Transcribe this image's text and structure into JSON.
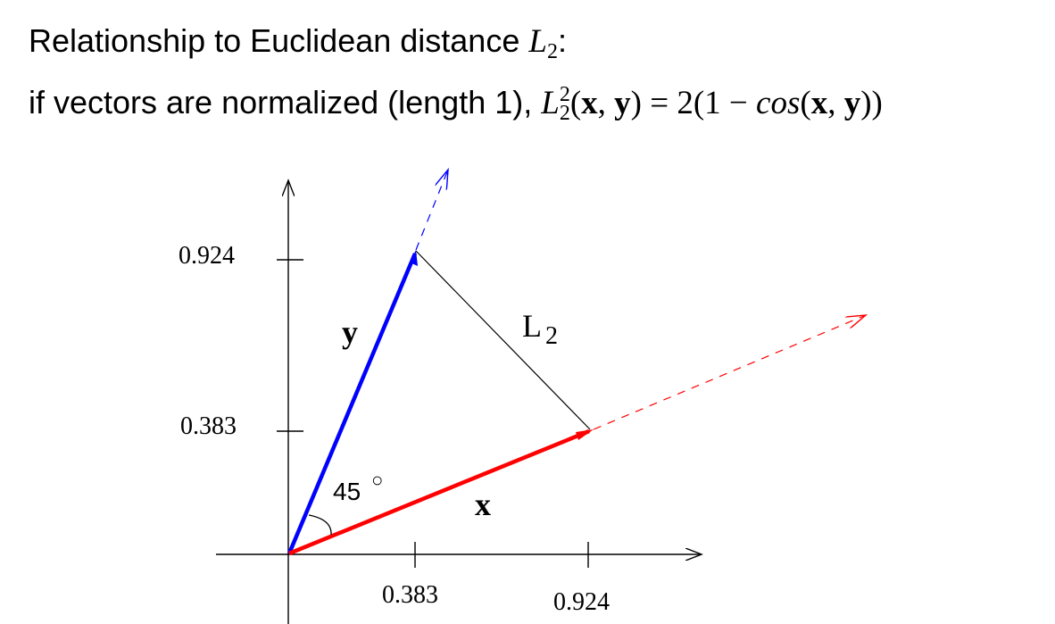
{
  "title": {
    "line1_text": "Relationship to Euclidean distance ",
    "line1_var": "L",
    "line1_sub": "2",
    "line1_end": ":",
    "line2_text": "if vectors are normalized (length 1), ",
    "formula": {
      "var": "L",
      "sup": "2",
      "sub": "2",
      "open": "(",
      "x": "x",
      "comma": ", ",
      "y": "y",
      "close": ")",
      "eq": " = 2(1 − ",
      "cos": "cos",
      "open2": "(",
      "x2": "x",
      "comma2": ", ",
      "y2": "y",
      "close2": "))"
    }
  },
  "diagram": {
    "x_ticks": [
      "0.383",
      "0.924"
    ],
    "y_ticks": [
      "0.924",
      "0.383"
    ],
    "vector_x_label": "x",
    "vector_y_label": "y",
    "distance_label": "L",
    "distance_sub": "2",
    "angle_label": "45",
    "angle_degree_symbol": "○",
    "colors": {
      "x_vector": "#ff0000",
      "y_vector": "#0000ff",
      "axes": "#000000"
    }
  }
}
